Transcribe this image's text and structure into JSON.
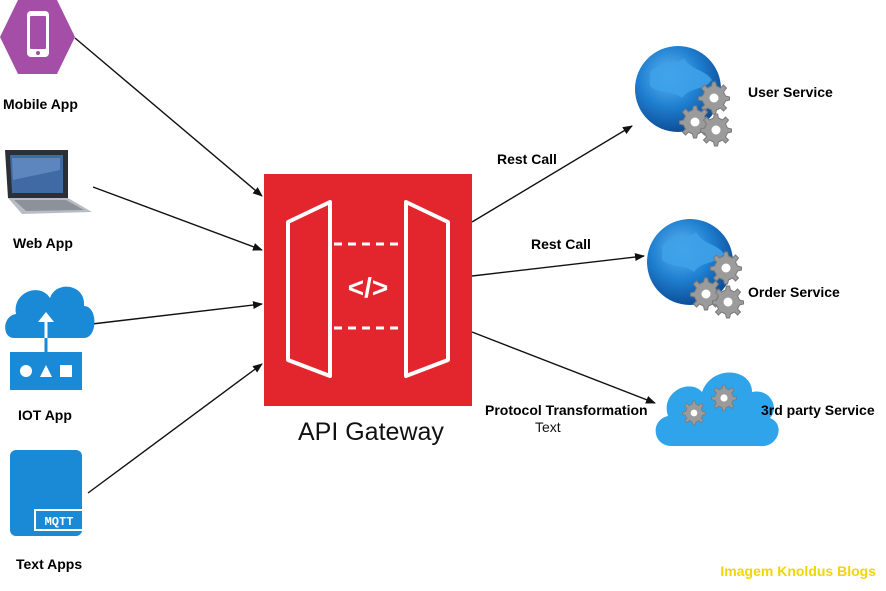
{
  "clients": {
    "mobile_app": "Mobile App",
    "web_app": "Web App",
    "iot_app": "IOT App",
    "text_apps": "Text Apps",
    "mqtt_label": "MQTT"
  },
  "gateway": {
    "title": "API Gateway",
    "code_symbol": "</>"
  },
  "connections": {
    "rest_call_1": "Rest Call",
    "rest_call_2": "Rest Call",
    "protocol_transformation": "Protocol Transformation",
    "protocol_sub": "Text"
  },
  "services": {
    "user_service": "User Service",
    "order_service": "Order Service",
    "third_party_service": "3rd party Service"
  },
  "watermark": "Imagem Knoldus Blogs",
  "colors": {
    "gateway_red": "#e3262e",
    "mobile_purple": "#a54ea8",
    "cloud_blue": "#1b8ad6",
    "globe_blue": "#1f7fd0",
    "gear_gray": "#9a9a9a",
    "watermark_yellow": "#f2d600"
  },
  "icons": [
    "mobile-phone-icon",
    "laptop-icon",
    "iot-cloud-icon",
    "mqtt-icon",
    "code-icon",
    "globe-gear-icon",
    "cloud-gear-icon"
  ]
}
